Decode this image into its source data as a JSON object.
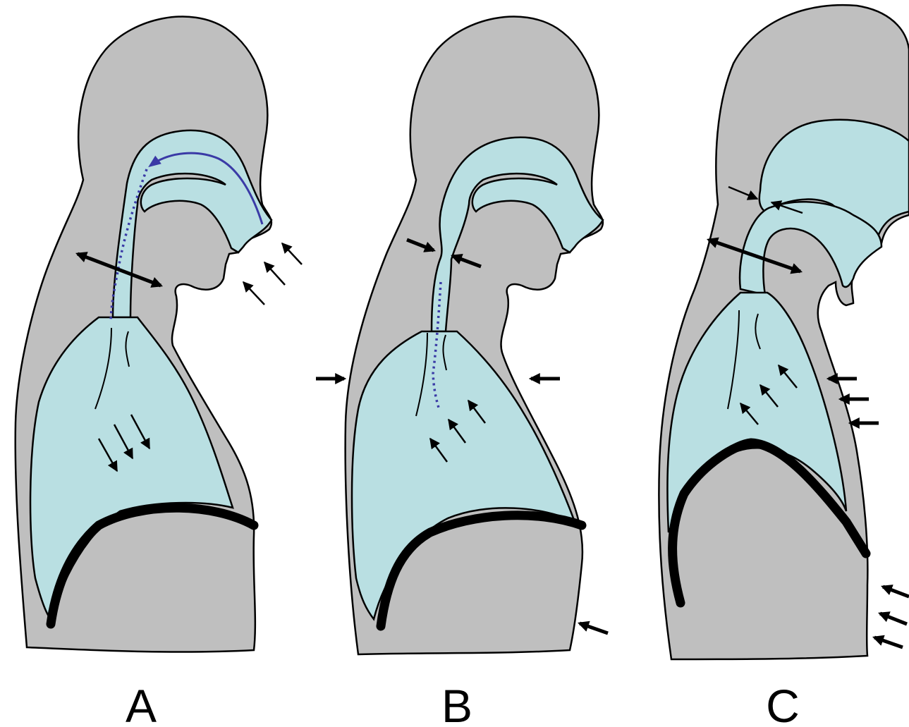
{
  "panels": [
    {
      "label": "A"
    },
    {
      "label": "B"
    },
    {
      "label": "C"
    }
  ],
  "colors": {
    "body": "#bfbfbf",
    "airway": "#b9dfe2",
    "outline": "#000000",
    "airflow_path": "#3a3aa6",
    "background": "#ffffff"
  },
  "icons": [
    "thin-arrow-icon",
    "bold-arrow-icon",
    "double-headed-arrow-icon",
    "dotted-airflow-line",
    "curved-airflow-arrow-icon"
  ]
}
